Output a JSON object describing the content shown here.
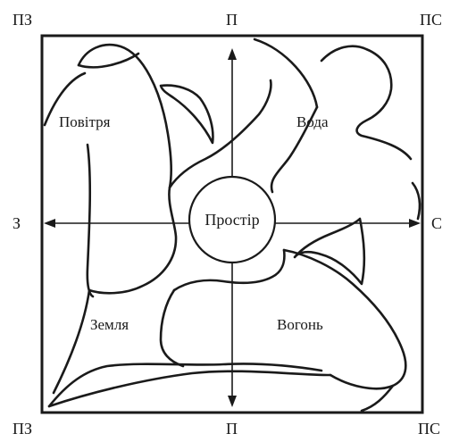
{
  "labels": {
    "top_left": "ПЗ",
    "top_center": "П",
    "top_right": "ПС",
    "left_middle": "З",
    "right_middle": "С",
    "bottom_left": "ПЗ",
    "bottom_center": "П",
    "bottom_right": "ПС"
  },
  "regions": {
    "air": "Повітря",
    "water": "Вода",
    "earth": "Земля",
    "fire": "Вогонь"
  },
  "center": {
    "label": "Простір"
  },
  "colors": {
    "line": "#1a1a1a",
    "background": "#ffffff"
  }
}
